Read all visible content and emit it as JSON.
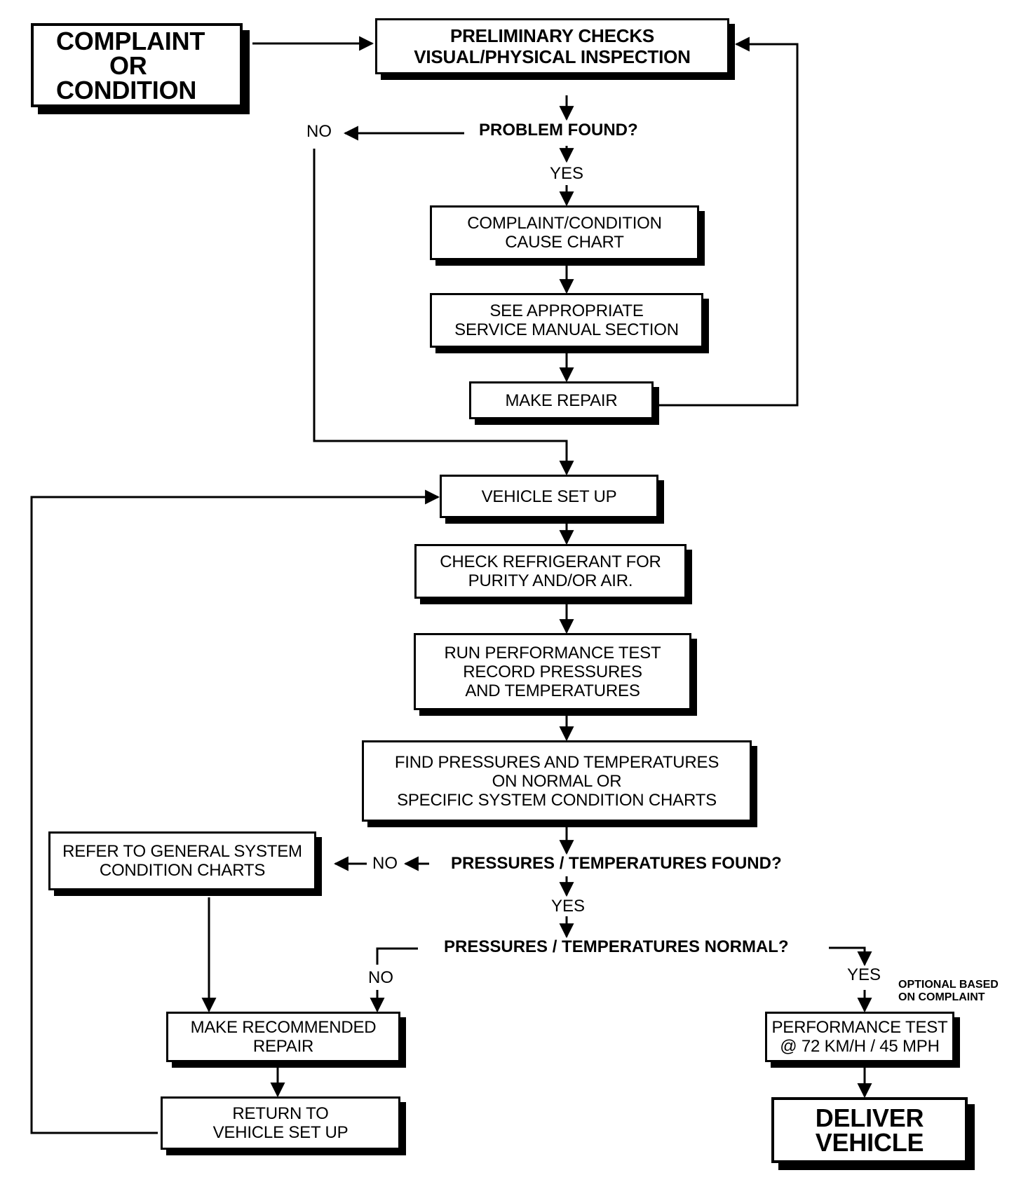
{
  "nodes": {
    "complaint": [
      "COMPLAINT",
      "OR",
      "CONDITION"
    ],
    "preliminary": [
      "PRELIMINARY CHECKS",
      "VISUAL/PHYSICAL INSPECTION"
    ],
    "cause_chart": [
      "COMPLAINT/CONDITION",
      "CAUSE CHART"
    ],
    "service_manual": [
      "SEE APPROPRIATE",
      "SERVICE MANUAL SECTION"
    ],
    "make_repair": [
      "MAKE REPAIR"
    ],
    "vehicle_setup": [
      "VEHICLE SET UP"
    ],
    "check_refrigerant": [
      "CHECK REFRIGERANT FOR",
      "PURITY AND/OR AIR."
    ],
    "run_test": [
      "RUN PERFORMANCE TEST",
      "RECORD PRESSURES",
      "AND TEMPERATURES"
    ],
    "find_pressures": [
      "FIND PRESSURES AND TEMPERATURES",
      "ON NORMAL OR",
      "SPECIFIC SYSTEM CONDITION CHARTS"
    ],
    "general_charts": [
      "REFER TO  GENERAL SYSTEM",
      "CONDITION CHARTS"
    ],
    "recommended_repair": [
      "MAKE RECOMMENDED",
      "REPAIR"
    ],
    "return_setup": [
      "RETURN TO",
      "VEHICLE SET UP"
    ],
    "perf_test_speed": [
      "PERFORMANCE TEST",
      "@ 72 KM/H / 45 MPH"
    ],
    "deliver": [
      "DELIVER",
      "VEHICLE"
    ]
  },
  "decisions": {
    "problem_found": "PROBLEM FOUND?",
    "pressures_found": "PRESSURES / TEMPERATURES FOUND?",
    "pressures_normal": "PRESSURES / TEMPERATURES NORMAL?"
  },
  "labels": {
    "no_problem": "NO",
    "yes_problem": "YES",
    "no_found": "NO",
    "yes_found": "YES",
    "no_normal": "NO",
    "yes_normal": "YES",
    "optional_note": [
      "OPTIONAL BASED",
      "ON COMPLAINT"
    ]
  }
}
